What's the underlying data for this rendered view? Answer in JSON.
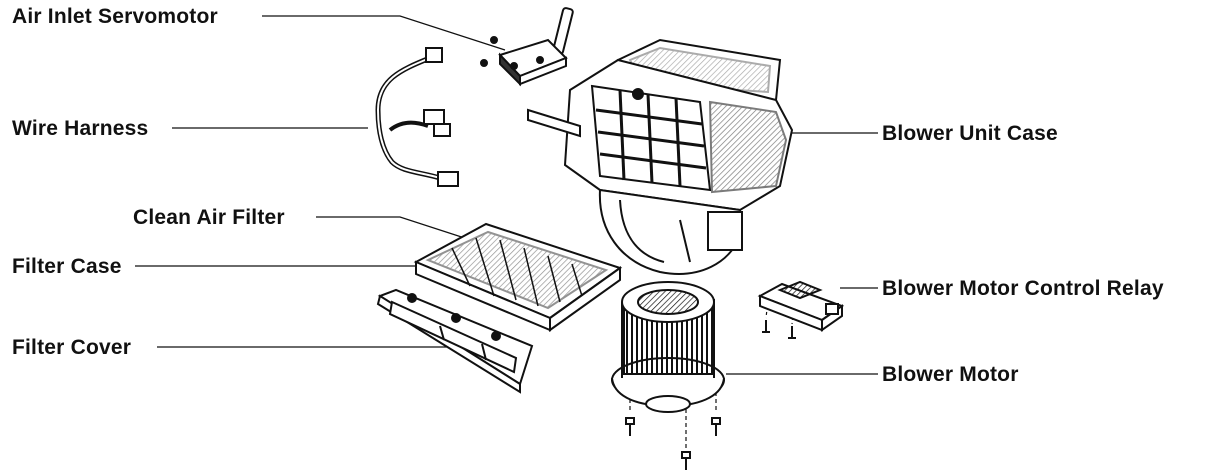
{
  "labels": {
    "air_inlet_servomotor": "Air Inlet Servomotor",
    "wire_harness": "Wire Harness",
    "clean_air_filter": "Clean Air Filter",
    "filter_case": "Filter Case",
    "filter_cover": "Filter Cover",
    "blower_unit_case": "Blower Unit Case",
    "blower_motor_control_relay": "Blower Motor Control Relay",
    "blower_motor": "Blower Motor"
  },
  "colors": {
    "ink": "#111111",
    "background": "#ffffff",
    "shade": "#555555"
  }
}
